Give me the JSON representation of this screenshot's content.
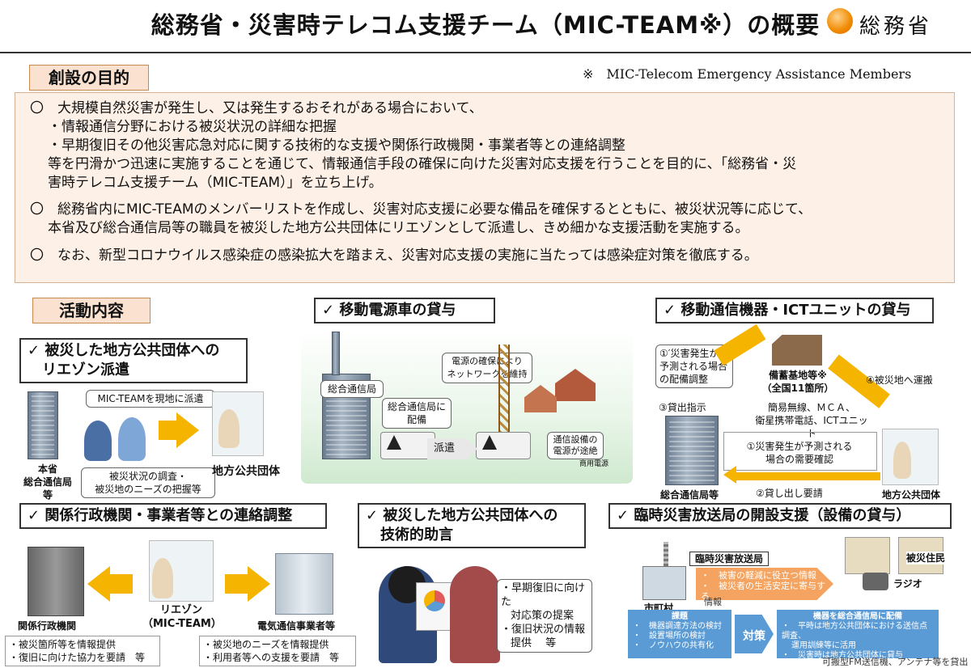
{
  "header": {
    "title": "総務省・災害時テレコム支援チーム（MIC-TEAM※）の概要",
    "logo_text": "総務省",
    "note": "※　MIC-Telecom Emergency Assistance Members"
  },
  "purpose": {
    "tag": "創設の目的",
    "p1_line1": "〇　大規模自然災害が発生し、又は発生するおそれがある場合において、",
    "p1_line2": "・情報通信分野における被災状況の詳細な把握",
    "p1_line3": "・早期復旧その他災害応急対応に関する技術的な支援や関係行政機関・事業者等との連絡調整",
    "p1_line4": "等を円滑かつ迅速に実施することを通じて、情報通信手段の確保に向けた災害対応支援を行うことを目的に、「総務省・災",
    "p1_line5": "害時テレコム支援チーム（MIC-TEAM）」を立ち上げ。",
    "p2_line1": "〇　総務省内にMIC-TEAMのメンバーリストを作成し、災害対応支援に必要な備品を確保するとともに、被災状況等に応じて、",
    "p2_line2": "本省及び総合通信局等の職員を被災した地方公共団体にリエゾンとして派遣し、きめ細かな支援活動を実施する。",
    "p3_line1": "〇　なお、新型コロナウイルス感染症の感染拡大を踏まえ、災害対応支援の実施に当たっては感染症対策を徹底する。"
  },
  "activities": {
    "tag": "活動内容",
    "liaison": {
      "title_l1": "✓ 被災した地方公共団体への",
      "title_l2": "リエゾン派遣",
      "callout_dispatch": "MIC-TEAMを現地に派遣",
      "hq_l1": "本省",
      "hq_l2": "総合通信局等",
      "survey_l1": "被災状況の調査・",
      "survey_l2": "被災地のニーズの把握等",
      "local_gov": "地方公共団体"
    },
    "power_car": {
      "title": "✓ 移動電源車の貸与",
      "callout_net_l1": "電源の確保により",
      "callout_net_l2": "ネットワークを維持",
      "bureau": "総合通信局",
      "callout_deploy_l1": "総合通信局に",
      "callout_deploy_l2": "配備",
      "dispatch": "派遣",
      "callout_cut_l1": "通信設備の",
      "callout_cut_l2": "電源が途絶",
      "small_label": "商用電源"
    },
    "ict": {
      "title": "✓ 移動通信機器・ICTユニットの貸与",
      "step1p_l1": "①′災害発生が",
      "step1p_l2": "予測される場合",
      "step1p_l3": "の配備調整",
      "base_l1": "備蓄基地等※",
      "base_l2": "（全国11箇所）",
      "step4": "④被災地へ運搬",
      "step3": "③貸出指示",
      "equip_l1": "簡易無線、ＭＣＡ、",
      "equip_l2": "衛星携帯電話、ICTユニット",
      "step1_l1": "①災害発生が予測される",
      "step1_l2": "場合の需要確認",
      "bureau": "総合通信局等",
      "step2": "②貸し出し要請",
      "local_gov": "地方公共団体"
    },
    "coordination": {
      "title": "✓ 関係行政機関・事業者等との連絡調整",
      "agency": "関係行政機関",
      "liaison_l1": "リエゾン",
      "liaison_l2": "（MIC-TEAM）",
      "operator": "電気通信事業者等",
      "left_l1": "・被災箇所等を情報提供",
      "left_l2": "・復旧に向けた協力を要請　等",
      "right_l1": "・被災地のニーズを情報提供",
      "right_l2": "・利用者等への支援を要請　等"
    },
    "advice": {
      "title_l1": "✓ 被災した地方公共団体への",
      "title_l2": "技術的助言",
      "bullet1_l1": "・早期復旧に向けた",
      "bullet1_l2": "対応策の提案",
      "bullet2_l1": "・復旧状況の情報",
      "bullet2_l2": "提供　 等"
    },
    "broadcast": {
      "title": "✓ 臨時災害放送局の開設支援（設備の貸与）",
      "station": "臨時災害放送局",
      "residents": "被災住民",
      "info1": "・　被害の軽減に役立つ情報",
      "info2_l1": "・　被災者の生活安定に寄与する",
      "info2_l2": "情報",
      "radio": "ラジオ",
      "town": "市町村",
      "issue_title": "課題",
      "issue1": "・　機器調達方法の検討",
      "issue2": "・　設置場所の検討",
      "issue3": "・　ノウハウの共有化",
      "measure": "対策",
      "deploy_title": "機器を総合通信局に配備",
      "deploy1": "・　平時は地方公共団体における送信点調査、",
      "deploy1b": "運用訓練等に活用",
      "deploy2": "・　災害時は地方公共団体に貸与",
      "footer": "可搬型FM送信機、アンテナ等を貸出"
    }
  },
  "colors": {
    "accent_yellow": "#f5b400",
    "tag_bg": "#fbe2d0",
    "purpose_bg": "#fdf0e6",
    "blue": "#5b9bd5"
  }
}
